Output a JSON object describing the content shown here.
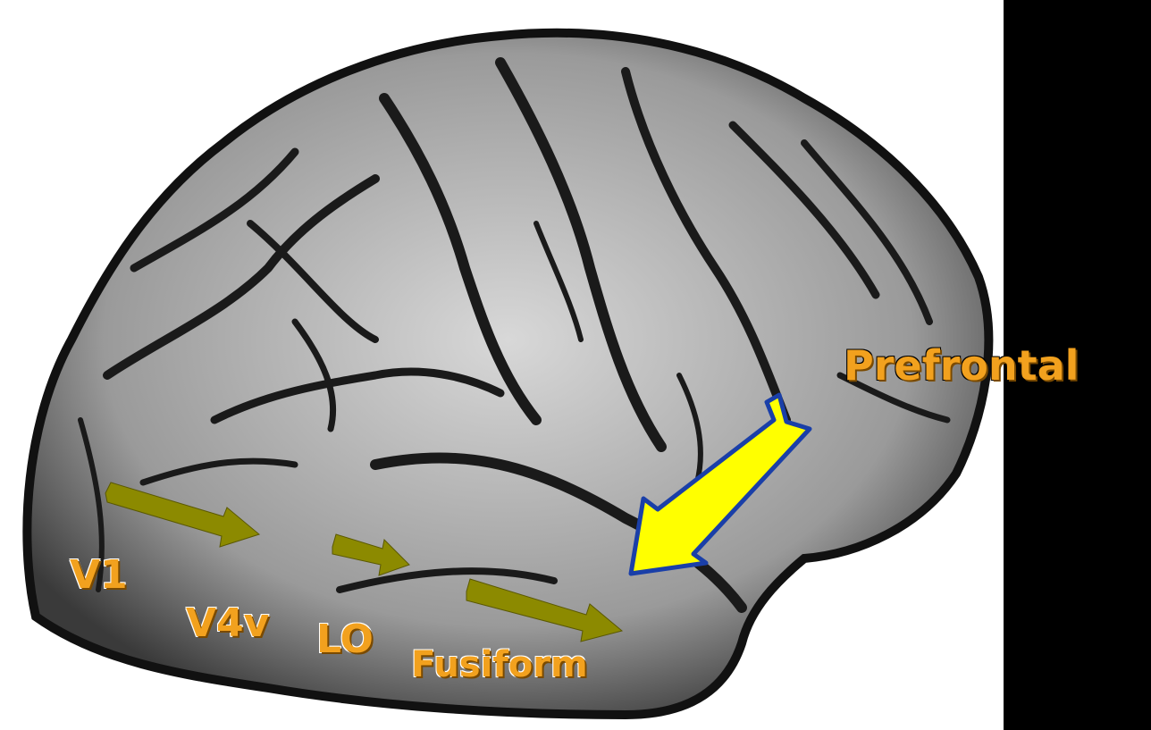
{
  "figure": {
    "labels": {
      "v1": "V1",
      "v4v": "V4v",
      "lo": "LO",
      "fusiform": "Fusiform",
      "prefrontal": "Prefrontal"
    },
    "colors": {
      "background": "#000000",
      "label_text": "#f2a11e",
      "pathway_arrow": "#8c8a00",
      "feedback_arrow_fill": "#ffff00",
      "feedback_arrow_outline": "#1a3fa8"
    },
    "icons": {
      "brain": "brain-lateral-view-illustration",
      "pathway_arrow": "olive-right-arrow",
      "feedback_arrow": "yellow-down-left-arrow"
    }
  }
}
